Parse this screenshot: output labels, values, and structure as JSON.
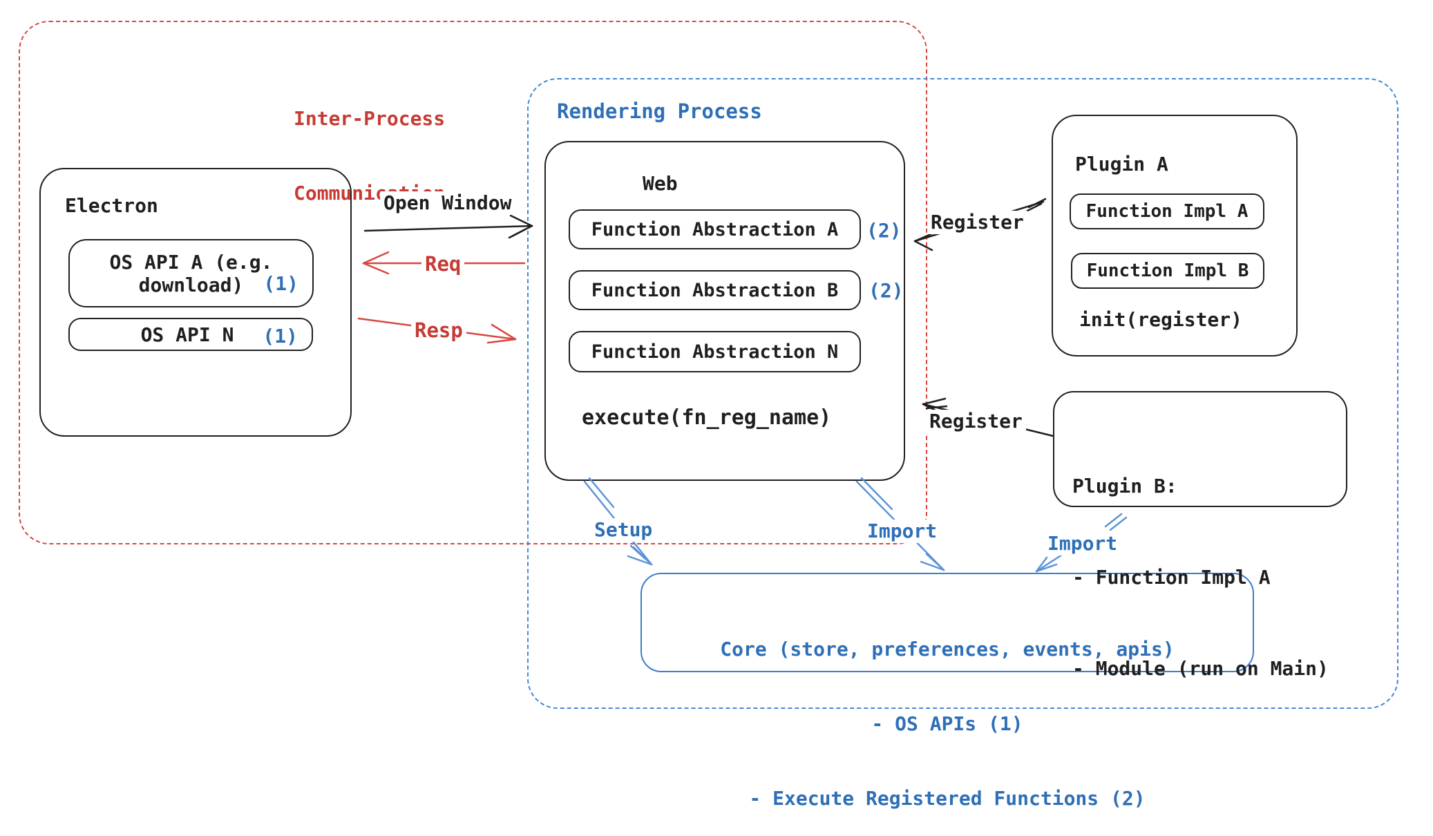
{
  "colors": {
    "ink": "#1f1f1f",
    "red": "#d8473f",
    "red_text": "#c63b34",
    "blue_text": "#2e6fb7",
    "blue_dash": "#4387d7",
    "blue_box": "#3b7ccc",
    "blue_arrow": "#5b93d8"
  },
  "ipc_region": {
    "label_line1": "Inter-Process",
    "label_line2": "Communication"
  },
  "rendering_region": {
    "label": "Rendering Process"
  },
  "electron": {
    "title": "Electron",
    "api_a_line1": "OS API A (e.g.",
    "api_a_line2": "download)",
    "api_a_marker": "(1)",
    "api_n_label": "OS API N",
    "api_n_marker": "(1)"
  },
  "web": {
    "title": "Web",
    "fa_a": "Function Abstraction A",
    "fa_a_marker": "(2)",
    "fa_b": "Function Abstraction B",
    "fa_b_marker": "(2)",
    "fa_n": "Function Abstraction N",
    "execute": "execute(fn_reg_name)"
  },
  "plugin_a": {
    "title": "Plugin A",
    "impl_a": "Function Impl A",
    "impl_b": "Function Impl B",
    "init": "init(register)"
  },
  "plugin_b": {
    "line1": "Plugin B:",
    "line2": "- Function Impl A",
    "line3": "- Module (run on Main)"
  },
  "core": {
    "line1": "Core (store, preferences, events, apis)",
    "line2": "- OS APIs (1)",
    "line3": "- Execute Registered Functions (2)"
  },
  "arrows": {
    "open_window": "Open Window",
    "req": "Req",
    "resp": "Resp",
    "register_top": "Register",
    "register_bottom": "Register",
    "setup": "Setup",
    "import_left": "Import",
    "import_right": "Import"
  }
}
